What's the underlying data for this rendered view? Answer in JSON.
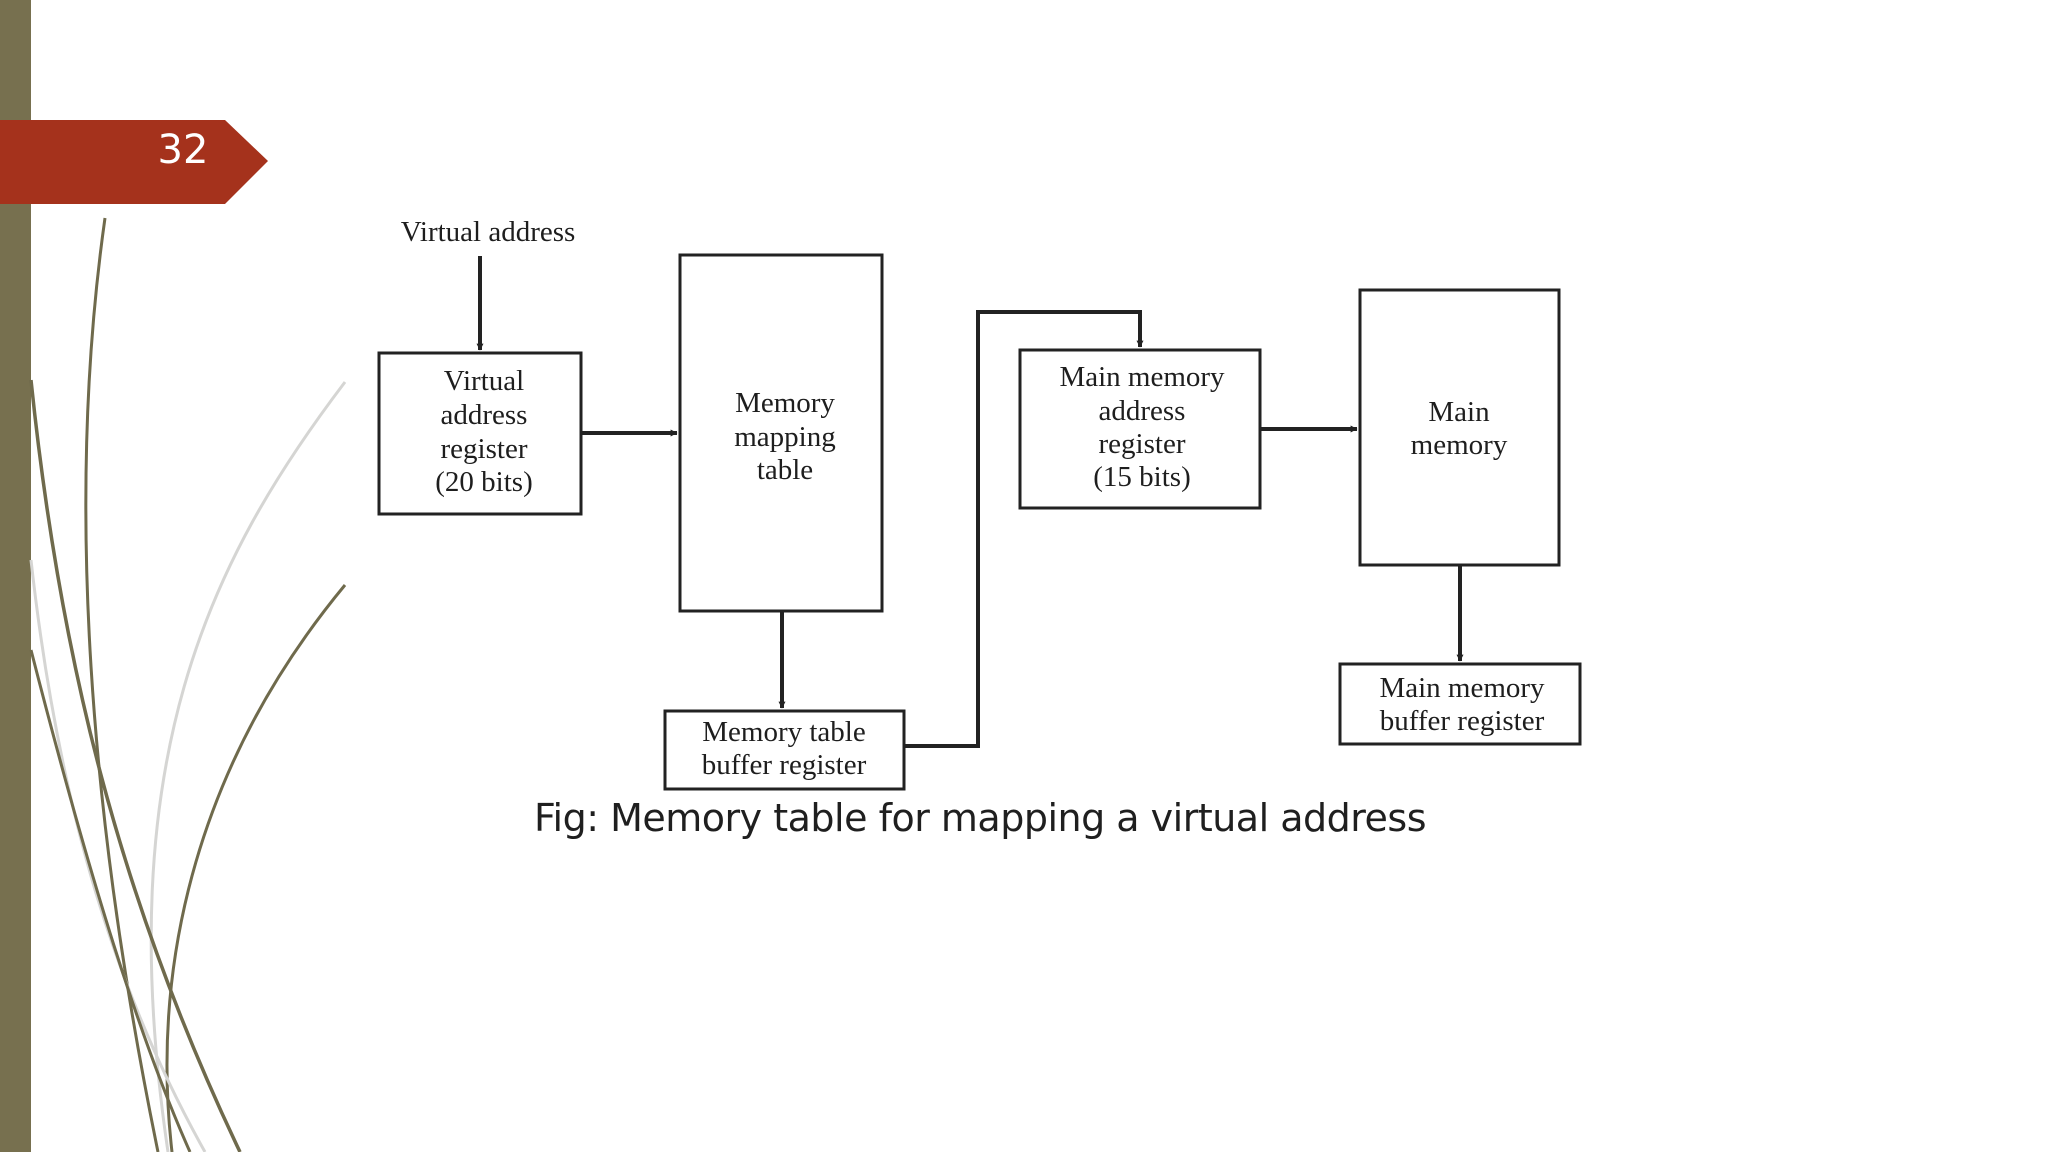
{
  "slide": {
    "number": "32",
    "colors": {
      "accent_badge": "#a5321c",
      "side_bar": "#77704f",
      "decor_light": "#d5d5d3"
    }
  },
  "diagram": {
    "input_label": "Virtual address",
    "boxes": {
      "virtual_address_register": [
        "Virtual",
        "address",
        "register",
        "(20 bits)"
      ],
      "memory_mapping_table": [
        "Memory",
        "mapping",
        "table"
      ],
      "memory_table_buffer_register": [
        "Memory table",
        "buffer register"
      ],
      "main_memory_address_register": [
        "Main memory",
        "address",
        "register",
        "(15 bits)"
      ],
      "main_memory": [
        "Main",
        "memory"
      ],
      "main_memory_buffer_register": [
        "Main memory",
        "buffer register"
      ]
    },
    "caption": "Fig: Memory table for mapping a virtual address"
  }
}
